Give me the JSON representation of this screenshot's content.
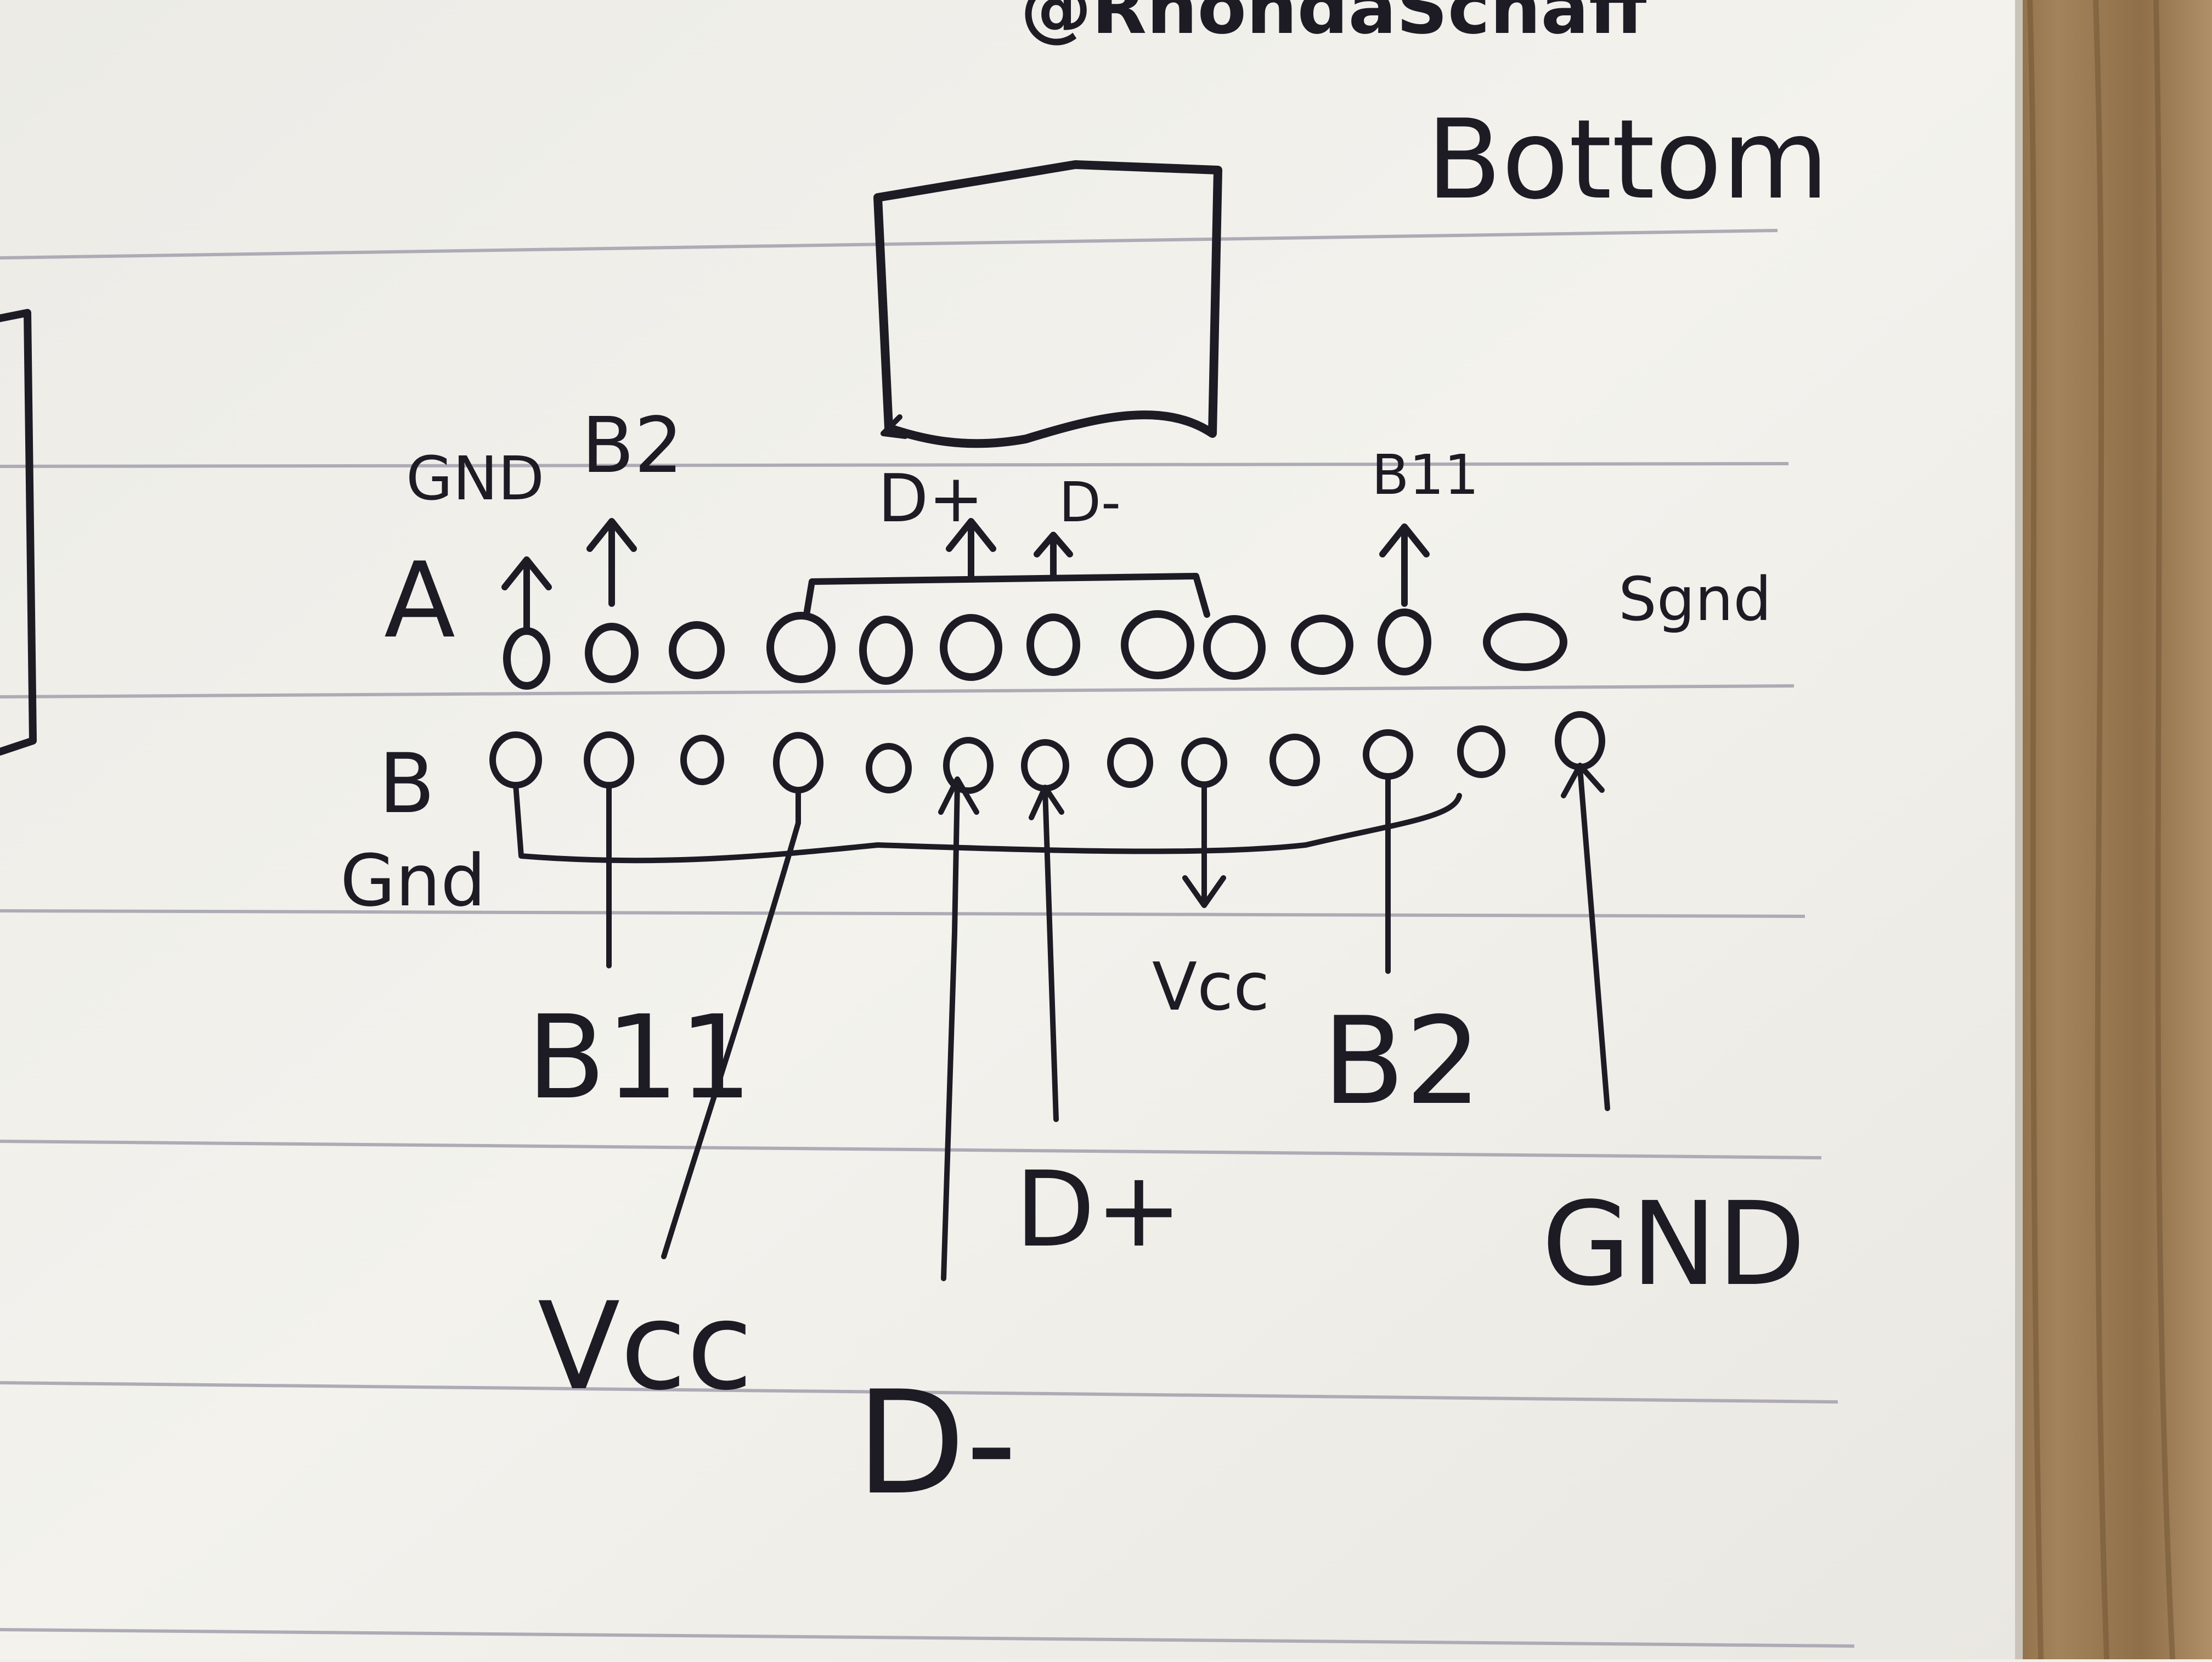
{
  "watermark": "@RhondaSchaff",
  "note": {
    "view_label": "Bottom"
  },
  "labels": {
    "row_a": "A",
    "row_b": "B",
    "row_b_gnd": "Gnd",
    "top_gnd": "GND",
    "top_b2": "B2",
    "top_dplus": "D+",
    "top_dminus": "D-",
    "top_b11": "B11",
    "sgnd": "Sgnd",
    "bottom_b11": "B11",
    "bottom_vcc_right": "Vcc",
    "bottom_b2": "B2",
    "bottom_dplus": "D+",
    "bottom_gnd": "GND",
    "bottom_vcc_left": "Vcc",
    "bottom_dminus": "D-"
  },
  "connector": {
    "row_a_pins": 12,
    "row_b_pins": 13
  },
  "colors": {
    "paper": "#f1efe9",
    "ink": "#1d1b24",
    "rule_line": "#aeabb6",
    "wood": "#9c7c55"
  }
}
